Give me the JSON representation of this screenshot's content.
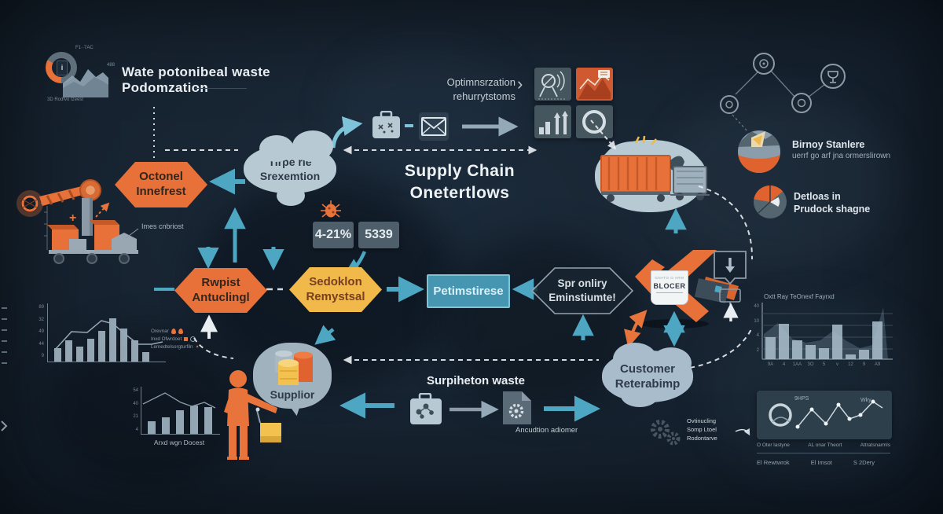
{
  "palette": {
    "teal": "#4da7c2",
    "orange": "#e8743c",
    "yellow": "#f0b94a",
    "cloud": "#b7c9d3",
    "slate_box": "#4e5e6b"
  },
  "top_left": {
    "sketch": "F1··7AC",
    "tick": "488",
    "title1": "Wate potonibeal waste",
    "title2": "Podomzation",
    "caption": "3D Rodfvo tzeest",
    "info": "i"
  },
  "opt": {
    "line1": "Optimnsrzation",
    "line2": "rehurrytstoms",
    "chevron": "›"
  },
  "center_title": {
    "line1": "Supply Chain",
    "line2": "Onetertlows"
  },
  "stats": {
    "percent": "4-21%",
    "count": "5339"
  },
  "nodes": {
    "octonel": {
      "line1": "Octonel",
      "line2": "Innefrest"
    },
    "cloud_top": {
      "line1": "Tirpe rle",
      "line2": "Srexemtion"
    },
    "rwpist": {
      "line1": "Rwpist",
      "line2": "Antuclingl"
    },
    "sedoklon": {
      "line1": "Sedoklon",
      "line2": "Remystsal"
    },
    "petimstirese": "Petimstirese",
    "spr_onliry": {
      "line1": "Spr onliry",
      "line2": "Eminstiumte!"
    },
    "blocer": {
      "header": "GNATO O ARW",
      "label": "BLOCER"
    },
    "customer": {
      "line1": "Customer",
      "line2": "Reterabimp"
    },
    "supplier": "Supplior"
  },
  "labels": {
    "machine_note": "Imes cnbriost",
    "surplus": "Surpiheton waste",
    "adapter": "Ancudtion adiomer"
  },
  "right_panel": {
    "network_title": "Birnoy Stanlere",
    "network_sub": "uerrf go arf jna ormerslirown",
    "pie1": "Detloas in",
    "pie2": "Prudock shagne",
    "gear1": "Ovtinucling",
    "gear2": "Somp Ltoel",
    "gear3": "Rodontarve"
  },
  "charts": {
    "left_mid": {
      "y_labels": [
        "89",
        "32",
        "49",
        "44",
        "9"
      ],
      "bars": [
        17,
        27,
        19,
        29,
        39,
        55,
        42,
        27,
        12
      ],
      "legend": [
        "Orevnar",
        "Inxd Ofwrdoet",
        "Lemedtelsorgturfiln"
      ]
    },
    "bottom_left": {
      "y_labels": [
        "54",
        "40",
        "21",
        "4"
      ],
      "bars": [
        16,
        21,
        30,
        36,
        34
      ],
      "caption": "Arxd wgn Docest"
    },
    "right_mid": {
      "title": "Oxtt Ray TeOnexf Fayrxd",
      "y_labels": [
        "40",
        "10",
        "4",
        "2"
      ],
      "x_labels": [
        "9A",
        "4",
        "1AA",
        "3O",
        "5",
        "v",
        "12",
        "9",
        "A9"
      ],
      "bars": [
        28,
        45,
        24,
        18,
        14,
        44,
        6,
        12,
        48
      ]
    },
    "bottom_right": {
      "tag_left": "9HPS",
      "tag_right": "Wky",
      "row1": [
        "O Oter lastyne",
        "AL onar Theort",
        "Attratsnarmls"
      ],
      "row2": [
        "El Rewtwrok",
        "El Imsot",
        "S 2Dery"
      ]
    }
  }
}
